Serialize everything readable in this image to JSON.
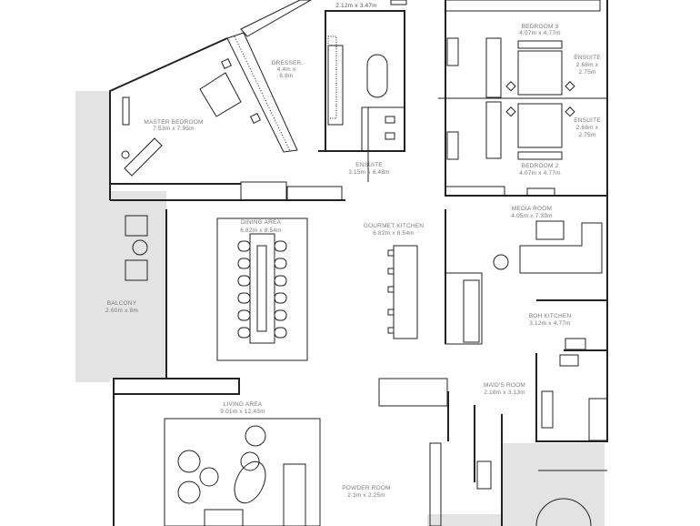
{
  "floor_plan": {
    "rooms": [
      {
        "id": "top-room",
        "name": "",
        "size": "2.12m x 3.47m"
      },
      {
        "id": "dresser",
        "name": "DRESSER",
        "size_line1": "4.4m x",
        "size_line2": "6.8m"
      },
      {
        "id": "master-bedroom",
        "name": "MASTER BEDROOM",
        "size": "7.53m x 7.95m"
      },
      {
        "id": "master-ensuite",
        "name": "ENSUITE",
        "size": "3.15m x 6.48m"
      },
      {
        "id": "bedroom-3",
        "name": "BEDROOM 3",
        "size": "4.07m x 4.77m"
      },
      {
        "id": "ensuite-3",
        "name": "ENSUITE",
        "size_line1": "2.68m x",
        "size_line2": "2.75m"
      },
      {
        "id": "ensuite-2",
        "name": "ENSUITE",
        "size_line1": "2.68m x",
        "size_line2": "2.75m"
      },
      {
        "id": "bedroom-2",
        "name": "BEDROOM 2",
        "size": "4.07m x 4.77m"
      },
      {
        "id": "media-room",
        "name": "MEDIA ROOM",
        "size": "4.05m x 7.39m"
      },
      {
        "id": "dining-area",
        "name": "DINING AREA",
        "size": "6.82m x 8.54m"
      },
      {
        "id": "gourmet-kitchen",
        "name": "GOURMET KITCHEN",
        "size": "6.82m x 8.54m"
      },
      {
        "id": "balcony",
        "name": "BALCONY",
        "size": "2.60m x 8m"
      },
      {
        "id": "boh-kitchen",
        "name": "BOH KITCHEN",
        "size": "3.12m x 4.77m"
      },
      {
        "id": "maids-room",
        "name": "MAID'S ROOM",
        "size": "2.18m x 3.13m"
      },
      {
        "id": "living-area",
        "name": "LIVING AREA",
        "size": "9.01m x 12.43m"
      },
      {
        "id": "powder-room",
        "name": "POWDER ROOM",
        "size": "2.3m x 2.25m"
      }
    ],
    "colors": {
      "wall": "#222222",
      "outdoor_area": "#e3e3e3",
      "label": "#7a7a7a"
    }
  }
}
